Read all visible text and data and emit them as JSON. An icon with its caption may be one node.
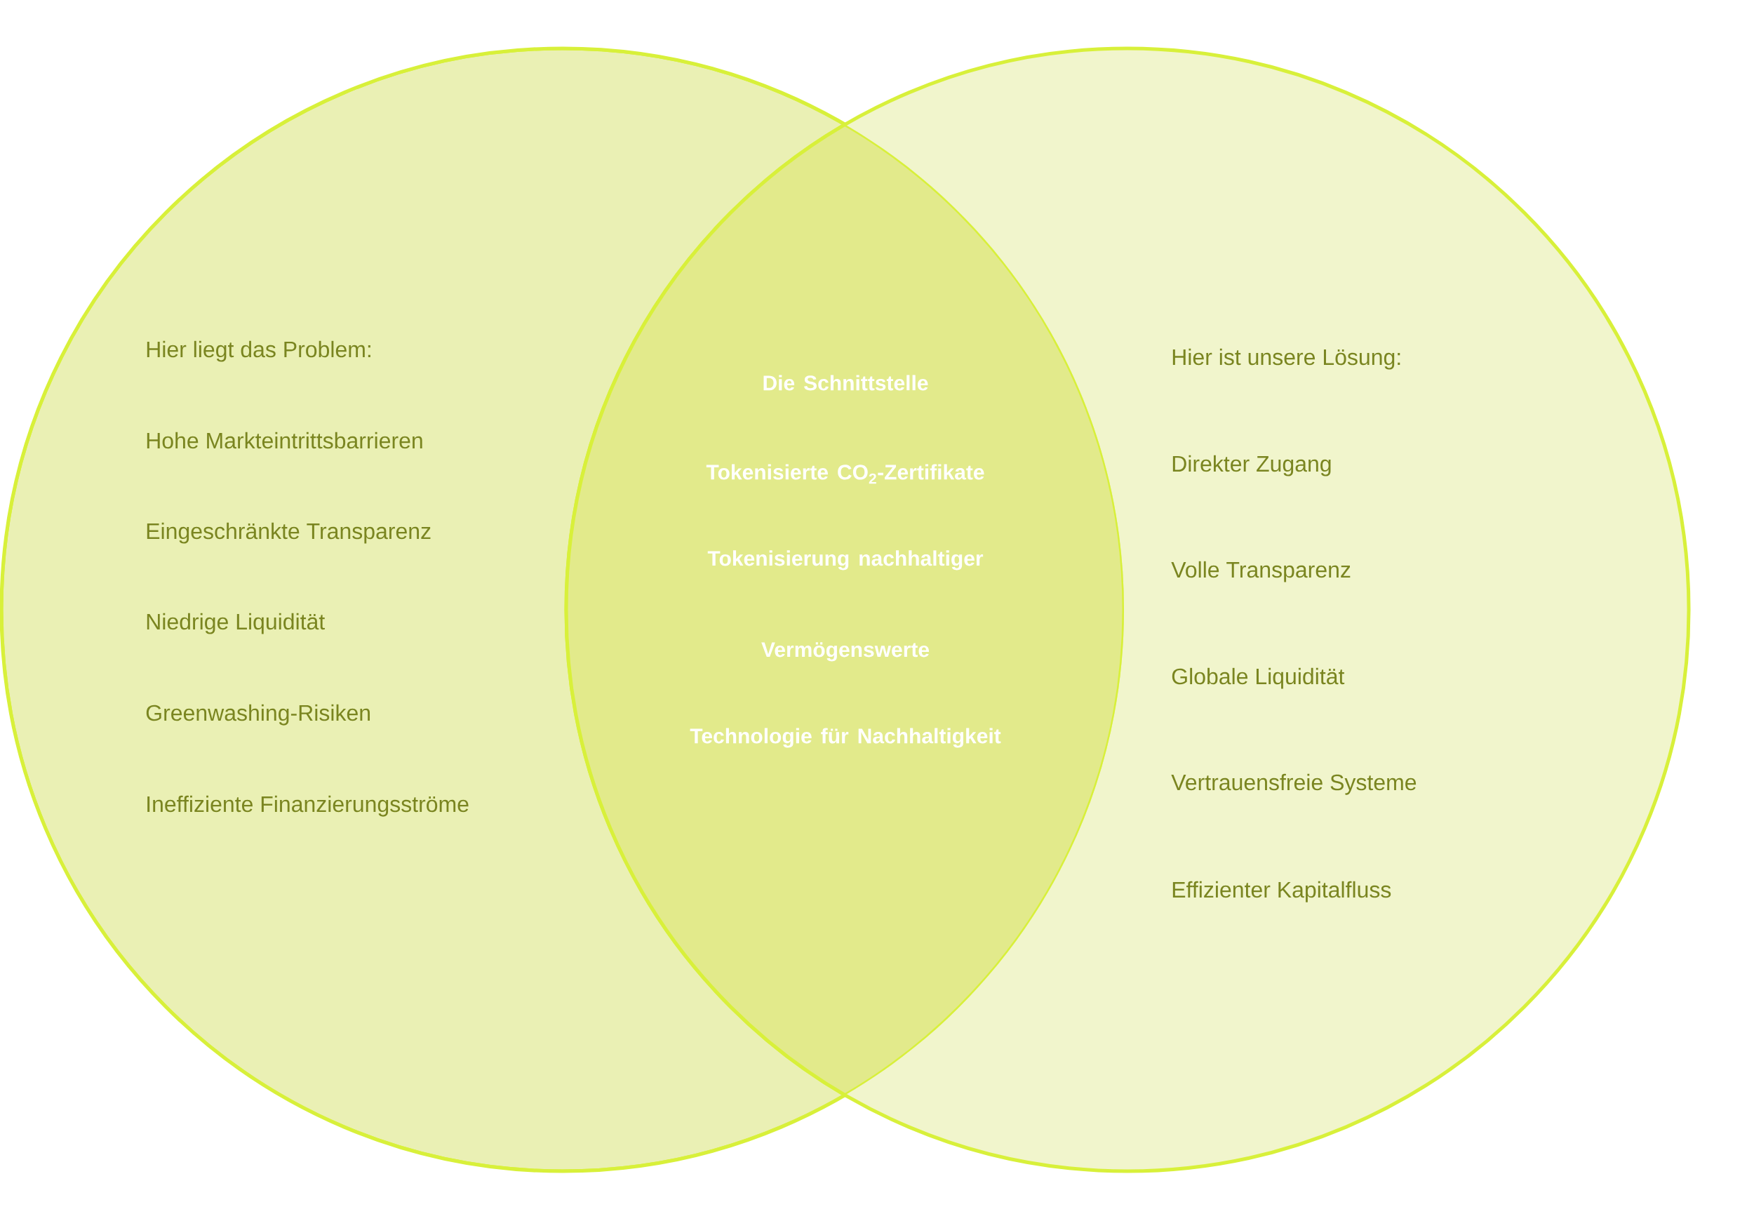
{
  "diagram": {
    "nodes": [
      {
        "text": [
          "Hier liegt das Problem:",
          "Hohe Markteintrittsbarrieren",
          "Eingeschränkte Transparenz",
          "Niedrige Liquidität",
          "Greenwashing-Risiken",
          "Ineffiziente Finanzierungsströme"
        ]
      },
      {
        "text": [
          "Hier ist unsere Lösung:",
          "Direkter Zugang",
          "Volle Transparenz",
          "Globale Liquidität",
          "Vertrauensfreie Systeme",
          "Effizienter Kapitalfluss"
        ]
      },
      {
        "text": [
          "Die Schnittstelle",
          "Tokenisierte CO$_{2}$-Zertifikate",
          "Tokenisierung nachhaltiger Vermögenswerte",
          "Technologie für Nachhaltigkeit"
        ]
      }
    ]
  }
}
